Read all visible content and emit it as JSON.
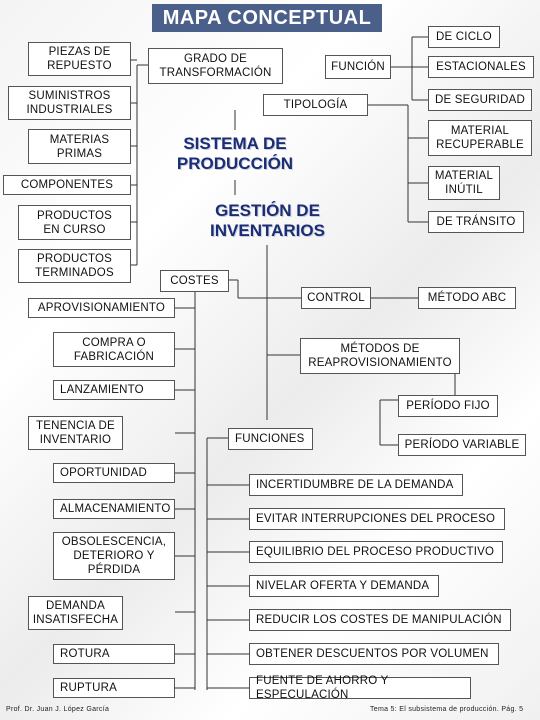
{
  "title": "MAPA CONCEPTUAL",
  "left_nodes": {
    "piezas": "PIEZAS DE\nREPUESTO",
    "suministros": "SUMINISTROS\nINDUSTRIALES",
    "materias": "MATERIAS\nPRIMAS",
    "componentes": "COMPONENTES",
    "productos_curso": "PRODUCTOS\nEN CURSO",
    "productos_terminados": "PRODUCTOS\nTERMINADOS",
    "aprovisionamiento": "APROVISIONAMIENTO",
    "compra": "COMPRA O\nFABRICACIÓN",
    "lanzamiento": "LANZAMIENTO",
    "tenencia": "TENENCIA DE\nINVENTARIO",
    "oportunidad": "OPORTUNIDAD",
    "almacenamiento": "ALMACENAMIENTO",
    "obsolescencia": "OBSOLESCENCIA,\nDETERIORO Y\nPÉRDIDA",
    "demanda": "DEMANDA\nINSATISFECHA",
    "rotura": "ROTURA",
    "ruptura": "RUPTURA"
  },
  "center_nodes": {
    "grado": "GRADO DE\nTRANSFORMACIÓN",
    "funcion": "FUNCIÓN",
    "tipologia": "TIPOLOGÍA",
    "sistema": "SISTEMA DE\nPRODUCCIÓN",
    "gestion": "GESTIÓN DE\nINVENTARIOS",
    "costes": "COSTES",
    "control": "CONTROL",
    "metodos": "MÉTODOS DE\nREAPROVISIONAMIENTO",
    "funciones": "FUNCIONES"
  },
  "right_nodes": {
    "ciclo": "DE CICLO",
    "estacionales": "ESTACIONALES",
    "seguridad": "DE SEGURIDAD",
    "recuperable": "MATERIAL\nRECUPERABLE",
    "inutil": "MATERIAL\nINÚTIL",
    "transito": "DE TRÁNSITO",
    "abc": "MÉTODO ABC",
    "fijo": "PERÍODO FIJO",
    "variable": "PERÍODO VARIABLE"
  },
  "funciones_list": [
    "INCERTIDUMBRE DE LA DEMANDA",
    "EVITAR INTERRUPCIONES DEL PROCESO",
    "EQUILIBRIO DEL PROCESO PRODUCTIVO",
    "NIVELAR OFERTA Y DEMANDA",
    "REDUCIR LOS COSTES DE MANIPULACIÓN",
    "OBTENER DESCUENTOS POR VOLUMEN",
    "FUENTE DE AHORRO Y ESPECULACIÓN"
  ],
  "footer": {
    "author": "Prof. Dr. Juan J. López García",
    "page": "Tema 5: El subsistema de producción. Pág. 5"
  }
}
